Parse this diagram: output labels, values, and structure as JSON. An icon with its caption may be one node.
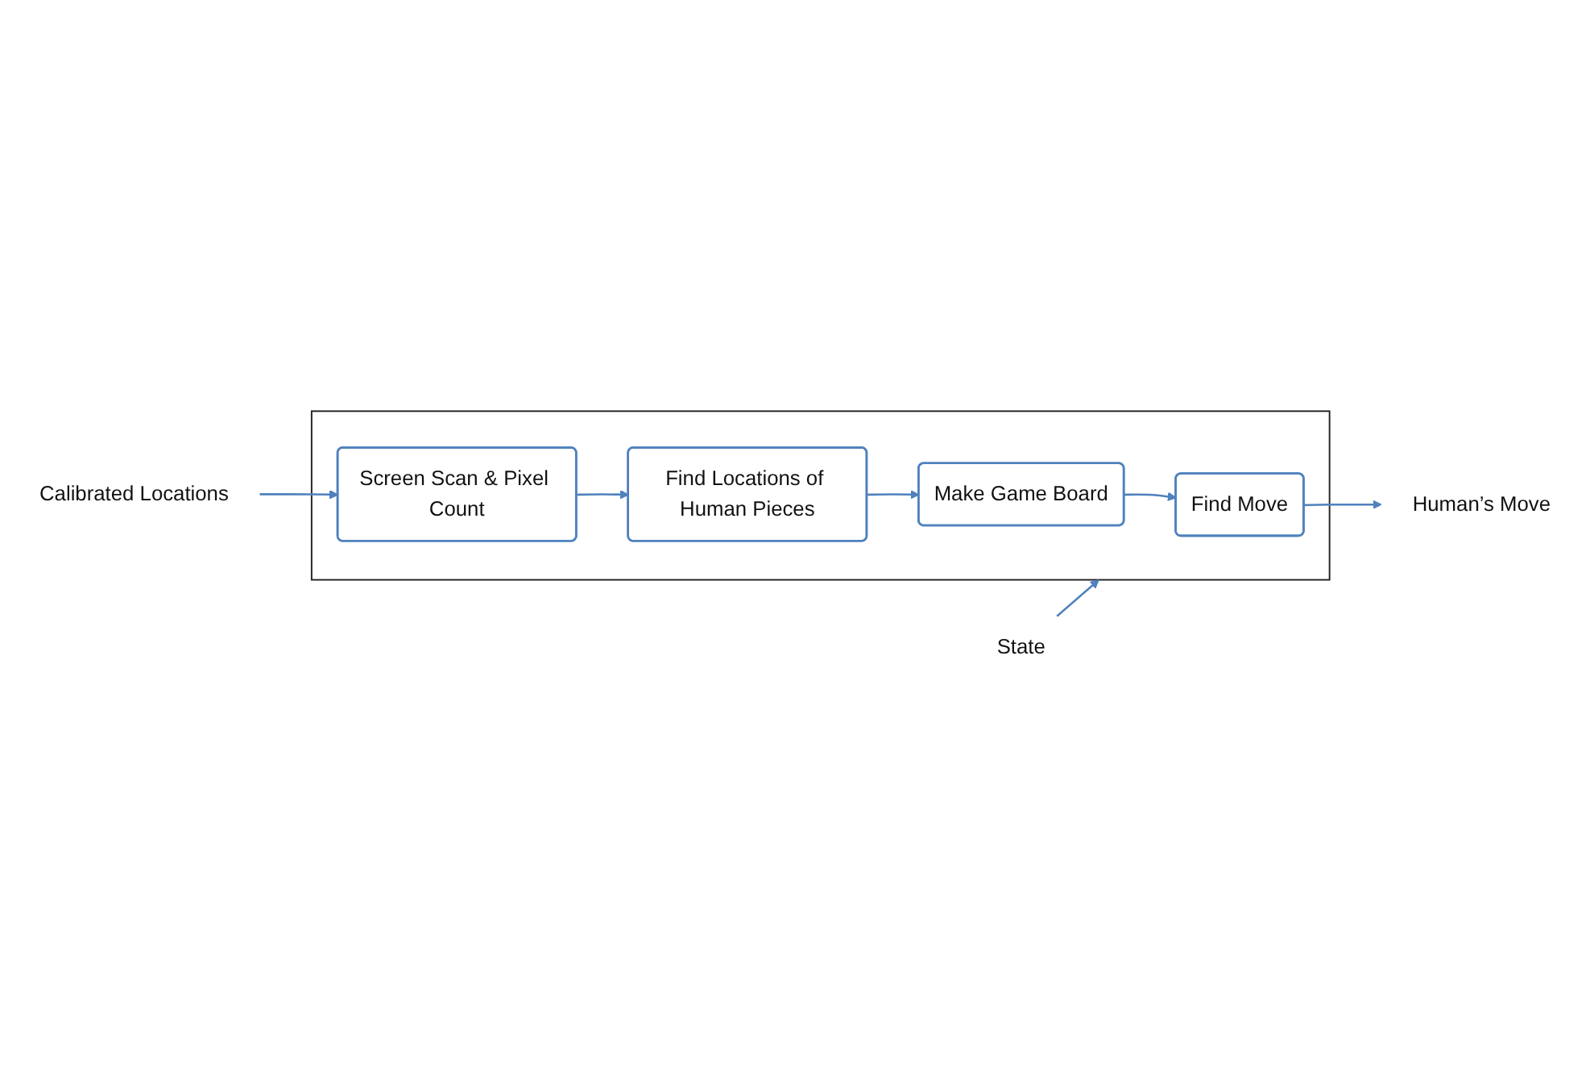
{
  "diagram": {
    "nodes": [
      {
        "text": [
          "Human’s Move"
        ]
      },
      {
        "text": [
          "State"
        ]
      },
      {
        "text": [
          "Calibrated Locations"
        ]
      },
      {
        "text": [],
        "shape": "box"
      },
      {
        "text": [
          "Find Move"
        ],
        "in": 3
      },
      {
        "text": [
          "Make Game Board"
        ],
        "in": 3
      },
      {
        "text": [
          "Screen Scan & Pixel Count"
        ],
        "in": 3
      },
      {
        "text": [
          "Find Locations of Human Pieces"
        ],
        "in": 3
      }
    ],
    "edges": [
      {
        "from": 5,
        "to": 4,
        "arrow": "to"
      },
      {
        "from": 4,
        "to": 0,
        "arrow": "to"
      },
      {
        "from": 1,
        "to": 3,
        "arrow": "to"
      },
      {
        "from": 2,
        "to": 6,
        "arrow": "to"
      },
      {
        "from": 6,
        "to": 7,
        "arrow": "to"
      },
      {
        "from": 7,
        "to": 5,
        "arrow": "to"
      }
    ]
  }
}
